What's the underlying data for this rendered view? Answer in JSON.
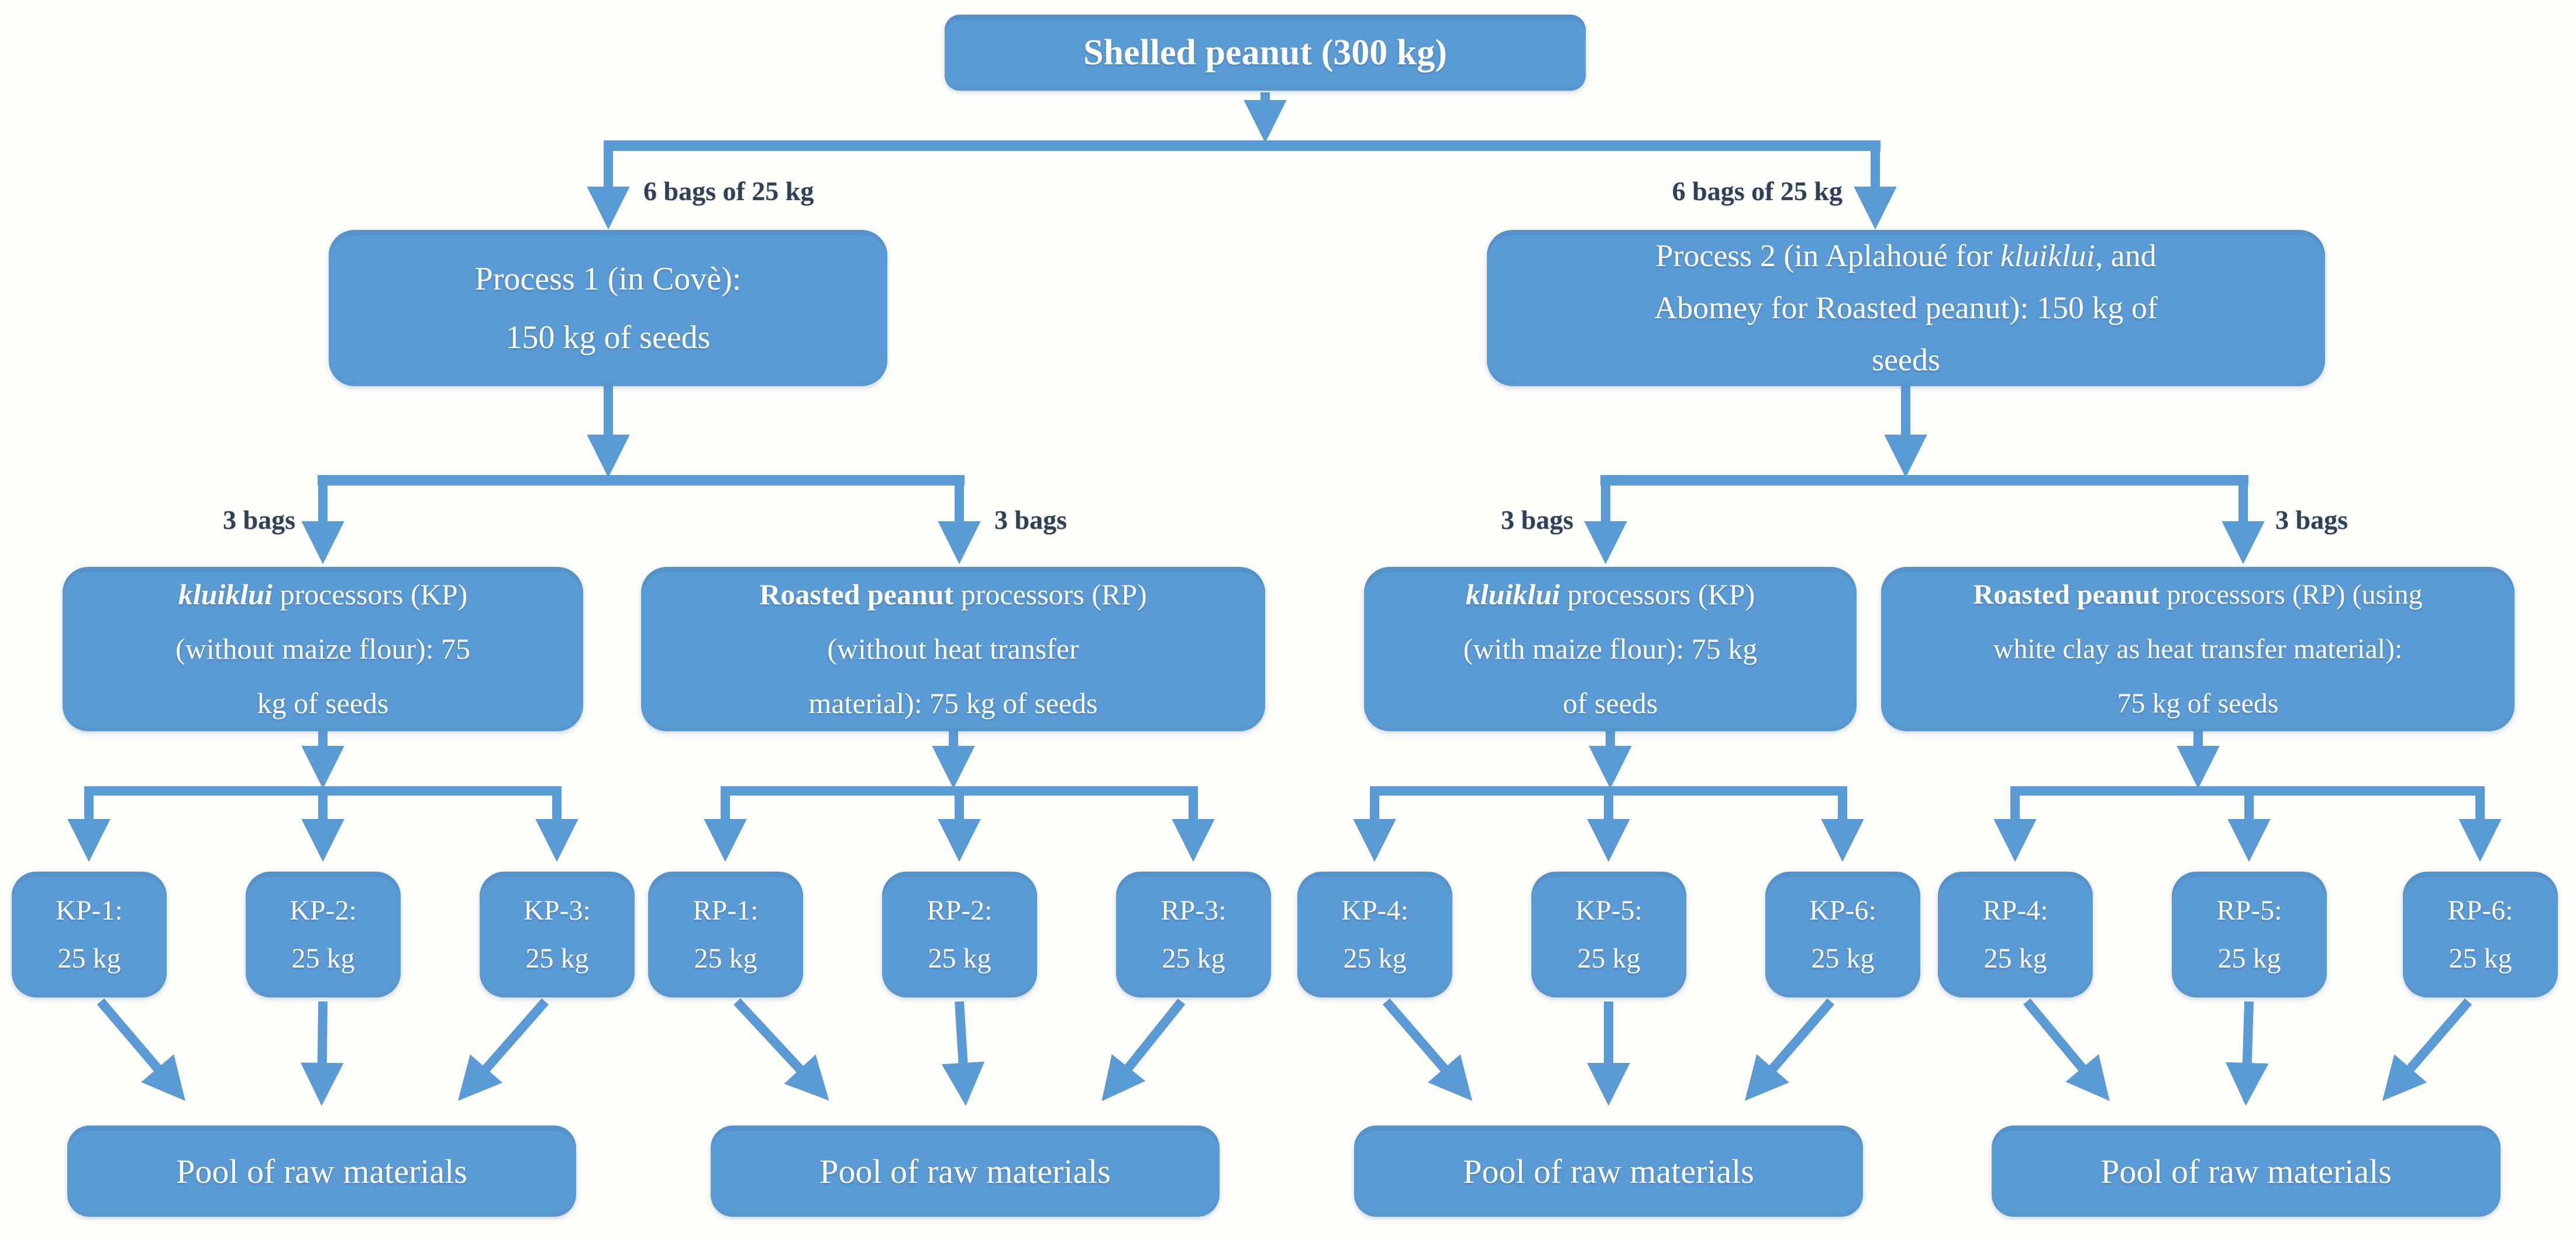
{
  "colors": {
    "node_fill": "#5b9bd5",
    "node_text": "#ffffff",
    "connector": "#5b9bd5",
    "edge_label_text": "#2e4156",
    "background": "#fdfdfa"
  },
  "nodes": {
    "root": {
      "segments": [
        {
          "t": "Shelled peanut (300 kg)",
          "b": true
        }
      ]
    },
    "process1": {
      "segments": [
        {
          "t": "Process 1 (in Covè):\n150 kg of  seeds"
        }
      ]
    },
    "process2": {
      "segments": [
        {
          "t": "Process 2 (in Aplahoué for "
        },
        {
          "t": "kluiklui",
          "i": true
        },
        {
          "t": ", and\nAbomey for Roasted peanut): 150 kg of\nseeds"
        }
      ]
    },
    "kp_left": {
      "segments": [
        {
          "t": "kluiklui",
          "b": true,
          "i": true
        },
        {
          "t": " processors (KP)\n(without maize flour): 75\nkg of  seeds"
        }
      ]
    },
    "rp_left": {
      "segments": [
        {
          "t": "Roasted peanut",
          "b": true
        },
        {
          "t": " processors (RP)\n(without heat transfer\nmaterial): 75 kg of  seeds"
        }
      ]
    },
    "kp_right": {
      "segments": [
        {
          "t": "kluiklui",
          "b": true,
          "i": true
        },
        {
          "t": " processors (KP)\n(with maize flour): 75 kg\nof  seeds"
        }
      ]
    },
    "rp_right": {
      "segments": [
        {
          "t": "Roasted peanut",
          "b": true
        },
        {
          "t": " processors (RP) (using\nwhite clay as heat transfer material):\n75 kg of  seeds"
        }
      ]
    },
    "leaves": [
      "KP-1:\n25 kg",
      "KP-2:\n25 kg",
      "KP-3:\n25 kg",
      "RP-1:\n25 kg",
      "RP-2:\n25 kg",
      "RP-3:\n25 kg",
      "KP-4:\n25 kg",
      "KP-5:\n25 kg",
      "KP-6:\n25 kg",
      "RP-4:\n25 kg",
      "RP-5:\n25 kg",
      "RP-6:\n25 kg"
    ],
    "pools": [
      "Pool of  raw materials",
      "Pool of  raw materials",
      "Pool of  raw materials",
      "Pool of  raw materials"
    ]
  },
  "edge_labels": {
    "to_process1": "6 bags of 25 kg",
    "to_process2": "6 bags of 25 kg",
    "to_kp_left": "3 bags",
    "to_rp_left": "3 bags",
    "to_kp_right": "3 bags",
    "to_rp_right": "3 bags"
  }
}
